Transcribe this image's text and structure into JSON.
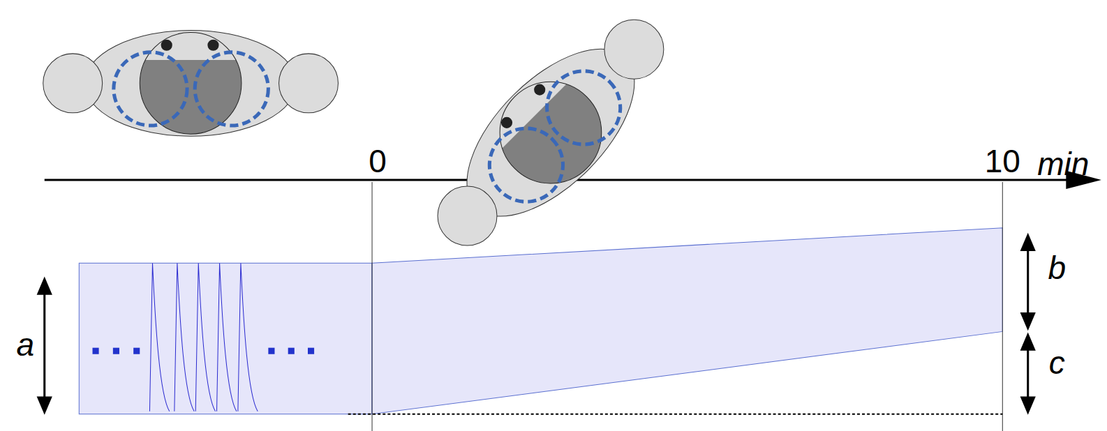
{
  "diagram": {
    "labels": [
      "0",
      "10",
      "min",
      "a",
      "b",
      "c"
    ]
  }
}
